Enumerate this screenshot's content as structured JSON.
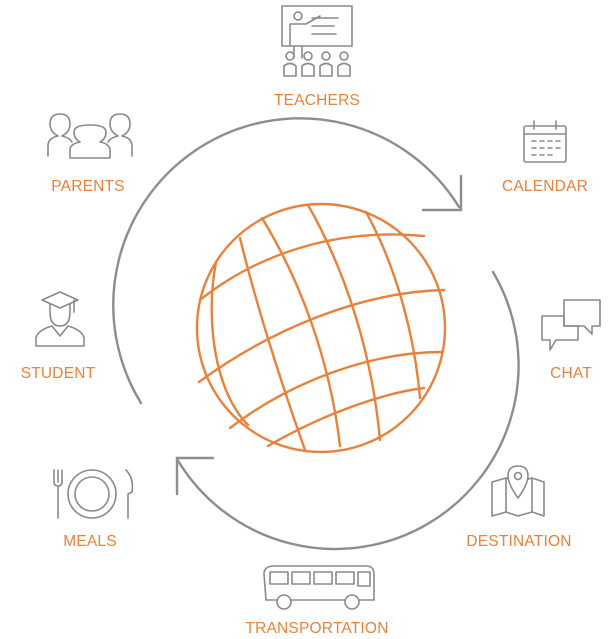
{
  "colors": {
    "accent": "#e8823a",
    "icon": "#8a8a8a",
    "cycle": "#8d8d8d"
  },
  "nodes": {
    "teachers": {
      "label": "TEACHERS",
      "icon": "presentation-icon"
    },
    "calendar": {
      "label": "CALENDAR",
      "icon": "calendar-icon"
    },
    "chat": {
      "label": "CHAT",
      "icon": "chat-bubbles-icon"
    },
    "destination": {
      "label": "DESTINATION",
      "icon": "map-pin-icon"
    },
    "transportation": {
      "label": "TRANSPORTATION",
      "icon": "bus-icon"
    },
    "meals": {
      "label": "MEALS",
      "icon": "plate-fork-knife-icon"
    },
    "student": {
      "label": "STUDENT",
      "icon": "graduate-icon"
    },
    "parents": {
      "label": "PARENTS",
      "icon": "family-icon"
    }
  },
  "center": {
    "icon": "globe-icon"
  }
}
